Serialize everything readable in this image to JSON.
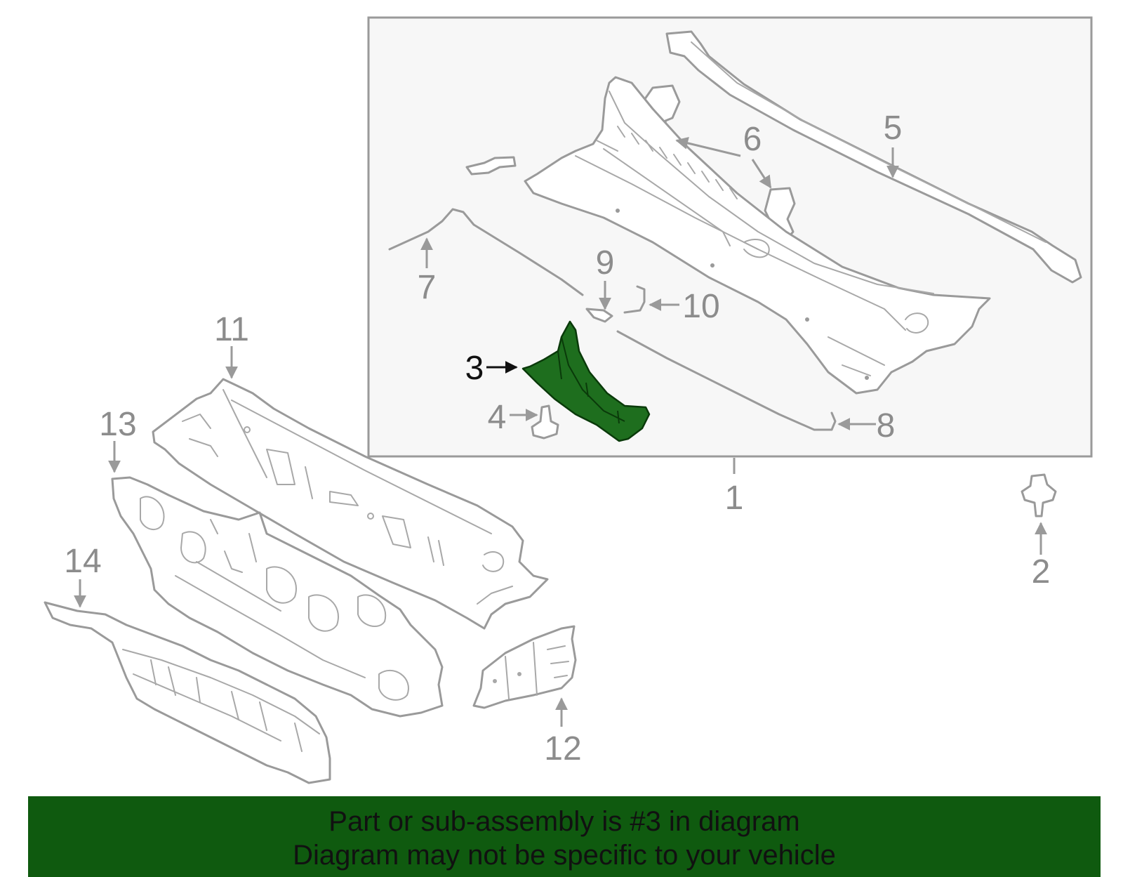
{
  "diagram": {
    "callouts": [
      "1",
      "2",
      "3",
      "4",
      "5",
      "6",
      "7",
      "8",
      "9",
      "10",
      "11",
      "12",
      "13",
      "14"
    ],
    "highlighted_part": "3",
    "colors": {
      "highlight_fill": "#1e6e1e",
      "banner_bg": "#0f5a0f",
      "inset_bg": "#f7f7f7",
      "line": "#9a9a9a",
      "callout_text": "#8c8c8c"
    }
  },
  "banner": {
    "line1": "Part or sub-assembly is #3 in diagram",
    "line2": "Diagram may not be specific to your vehicle"
  }
}
